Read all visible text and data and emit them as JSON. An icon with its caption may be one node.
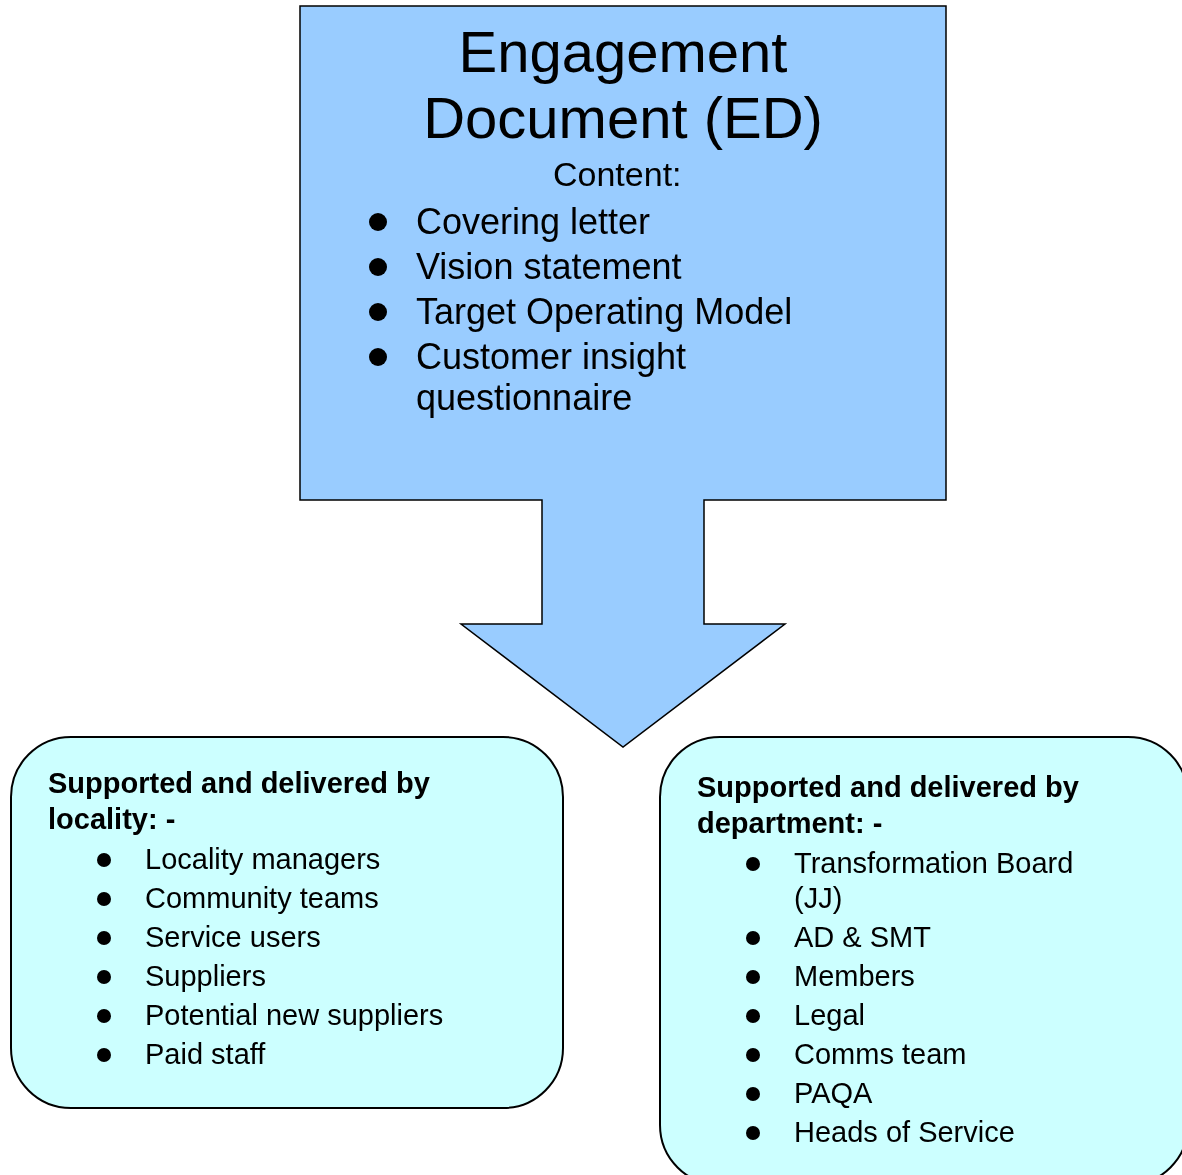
{
  "diagram": {
    "nodes": [
      {
        "text": [
          "Engagement Document (ED)",
          "Content:",
          "Covering letter",
          "Vision statement",
          "Target Operating Model",
          "Customer insight questionnaire"
        ]
      },
      {
        "text": [
          "Supported and delivered by locality: -",
          "Locality managers",
          "Community teams",
          "Service users",
          "Suppliers",
          "Potential new suppliers",
          "Paid staff"
        ]
      },
      {
        "text": [
          "Supported and delivered by department: -",
          "Transformation Board (JJ)",
          "AD & SMT",
          "Members",
          "Legal",
          "Comms team",
          "PAQA",
          "Heads of Service"
        ]
      }
    ]
  }
}
